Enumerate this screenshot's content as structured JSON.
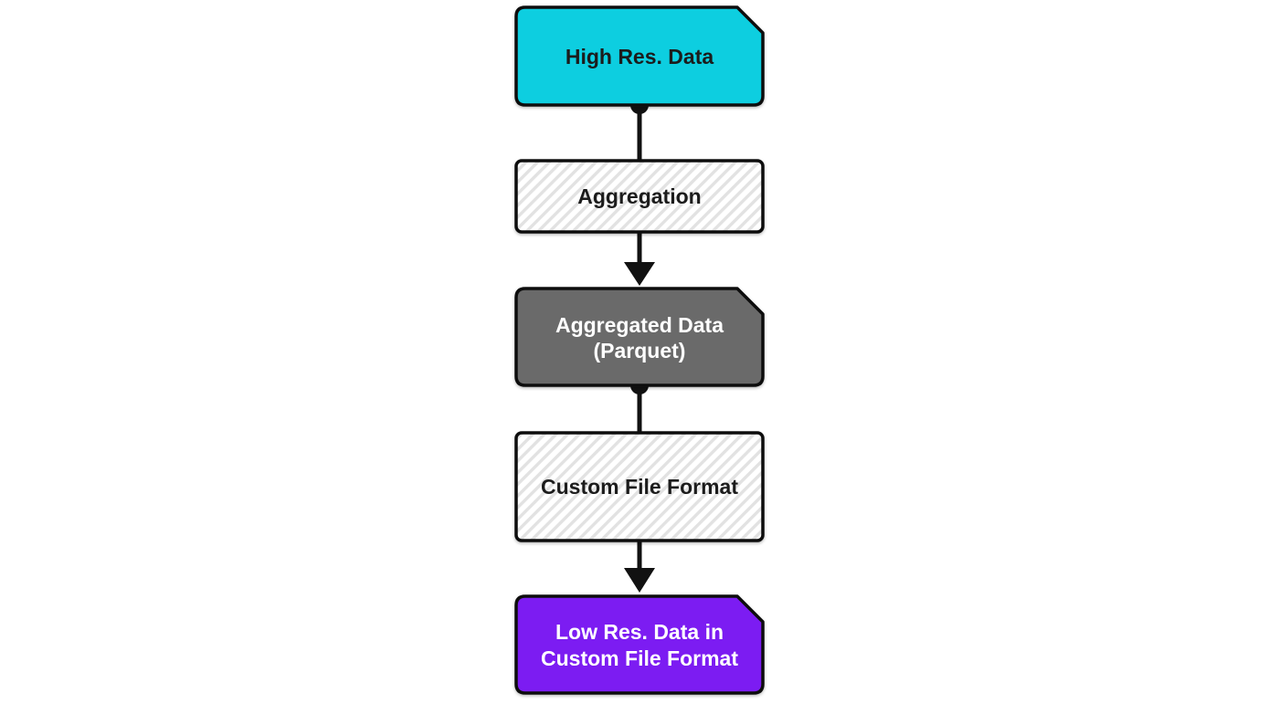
{
  "diagram": {
    "type": "flowchart",
    "direction": "top-to-bottom",
    "background_color": "#ffffff",
    "border_color": "#111111",
    "hatch_stripe_color": "#e2e2e2",
    "nodes": [
      {
        "id": "high-res-data",
        "label": "High Res. Data",
        "lines": [
          "High Res. Data"
        ],
        "shape": "note-chamfered-corner",
        "fill": "#0bcee0",
        "text_color": "#1a1a1a"
      },
      {
        "id": "aggregation",
        "label": "Aggregation",
        "lines": [
          "Aggregation"
        ],
        "shape": "rect-hatched",
        "fill": "hatch",
        "text_color": "#1a1a1a"
      },
      {
        "id": "aggregated-data-parquet",
        "label": "Aggregated Data (Parquet)",
        "lines": [
          "Aggregated Data",
          "(Parquet)"
        ],
        "shape": "note-chamfered-corner",
        "fill": "#6a6a6a",
        "text_color": "#ffffff"
      },
      {
        "id": "custom-file-format",
        "label": "Custom File Format",
        "lines": [
          "Custom File Format"
        ],
        "shape": "rect-hatched",
        "fill": "hatch",
        "text_color": "#1a1a1a"
      },
      {
        "id": "low-res-data-custom-format",
        "label": "Low Res. Data in Custom File Format",
        "lines": [
          "Low Res. Data in",
          "Custom File Format"
        ],
        "shape": "note-chamfered-corner",
        "fill": "#7c1ff2",
        "text_color": "#ffffff"
      }
    ],
    "edges": [
      {
        "from": "high-res-data",
        "to": "aggregation",
        "start_marker": "dot",
        "end_marker": "none"
      },
      {
        "from": "aggregation",
        "to": "aggregated-data-parquet",
        "start_marker": "none",
        "end_marker": "arrow"
      },
      {
        "from": "aggregated-data-parquet",
        "to": "custom-file-format",
        "start_marker": "dot",
        "end_marker": "none"
      },
      {
        "from": "custom-file-format",
        "to": "low-res-data-custom-format",
        "start_marker": "none",
        "end_marker": "arrow"
      }
    ]
  }
}
